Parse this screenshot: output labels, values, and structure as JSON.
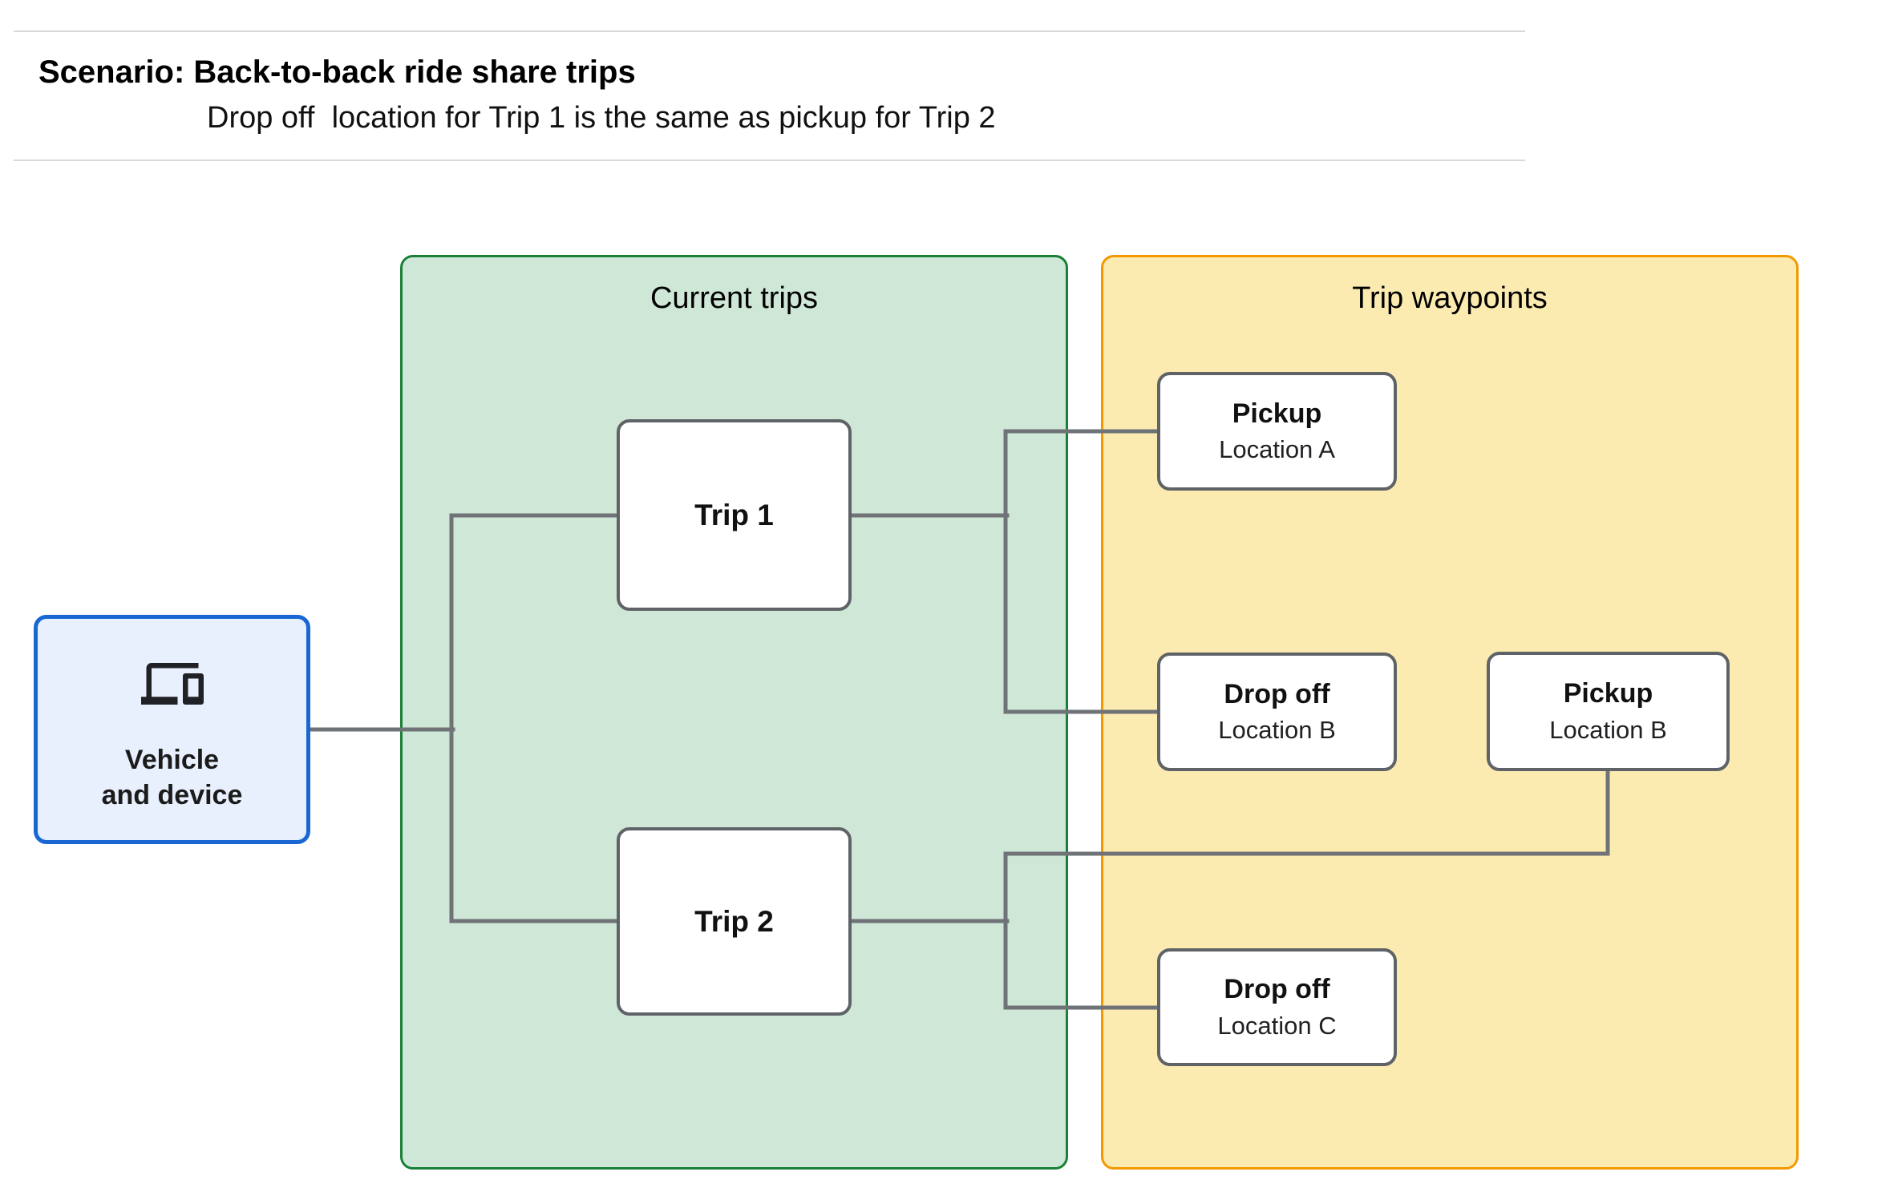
{
  "header": {
    "title": "Scenario: Back-to-back ride share trips",
    "subtitle": "Drop off  location for Trip 1 is the same as pickup for Trip 2"
  },
  "vehicle": {
    "icon": "devices-icon",
    "line1": "Vehicle",
    "line2": "and device"
  },
  "containers": {
    "current_trips": {
      "title": "Current trips"
    },
    "trip_waypoints": {
      "title": "Trip waypoints"
    }
  },
  "trips": [
    {
      "label": "Trip 1"
    },
    {
      "label": "Trip 2"
    }
  ],
  "waypoints": [
    {
      "title": "Pickup",
      "subtitle": "Location A"
    },
    {
      "title": "Drop off",
      "subtitle": "Location B"
    },
    {
      "title": "Pickup",
      "subtitle": "Location B"
    },
    {
      "title": "Drop off",
      "subtitle": "Location C"
    }
  ],
  "colors": {
    "veh_fill": "#E8F0FE",
    "veh_border": "#1967D2",
    "trips_fill": "#CFE7D6",
    "trips_border": "#188038",
    "wp_fill": "#FCEBB1",
    "wp_border": "#F29900",
    "node_border": "#5F6368",
    "connector": "#6F7377"
  }
}
